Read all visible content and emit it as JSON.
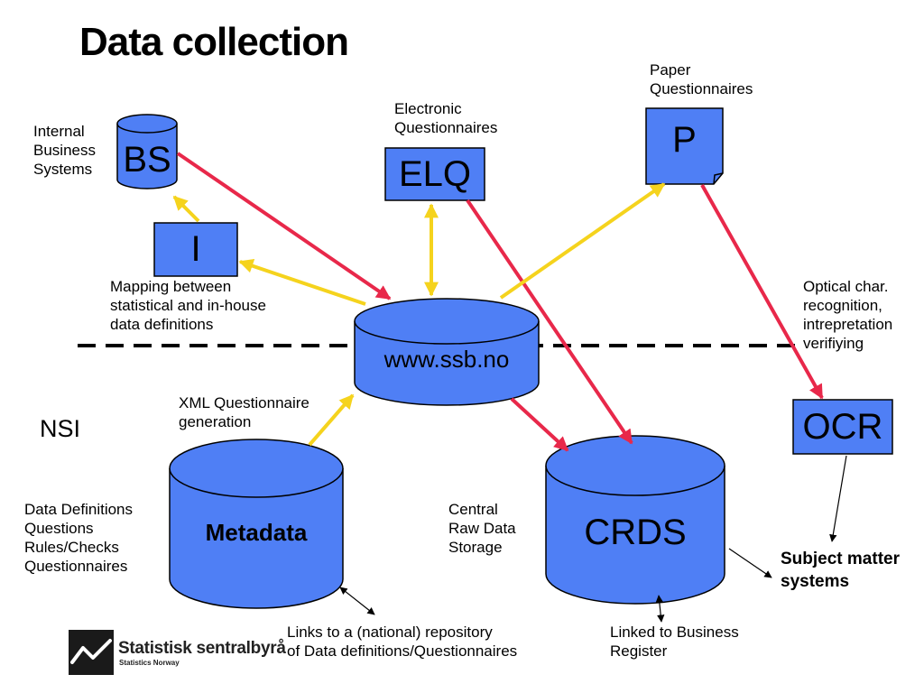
{
  "title": "Data collection",
  "nodes": {
    "bs": "BS",
    "elq": "ELQ",
    "p": "P",
    "i": "I",
    "www": "www.ssb.no",
    "ocr": "OCR",
    "metadata": "Metadata",
    "crds": "CRDS"
  },
  "labels": {
    "internal": [
      "Internal",
      "Business",
      "Systems"
    ],
    "electronic": [
      "Electronic",
      "Questionnaires"
    ],
    "paper": [
      "Paper",
      "Questionnaires"
    ],
    "mapping": [
      "Mapping between",
      "statistical and in-house",
      "data definitions"
    ],
    "optical": [
      "Optical char.",
      "recognition,",
      "intrepretation",
      "verifiying"
    ],
    "xml": [
      "XML Questionnaire",
      "generation"
    ],
    "nsi": "NSI",
    "definitions": [
      "Data Definitions",
      "Questions",
      "Rules/Checks",
      "Questionnaires"
    ],
    "central": [
      "Central",
      "Raw Data",
      "Storage"
    ],
    "subject": [
      "Subject matter",
      "systems"
    ],
    "links": [
      "Links to a (national) repository",
      "of Data definitions/Questionnaires"
    ],
    "linked": [
      "Linked to Business",
      "Register"
    ]
  },
  "logo": {
    "name": "Statistisk sentralbyrå",
    "sub": "Statistics Norway"
  },
  "colors": {
    "node_fill": "#4f7ff5",
    "red_arrow": "#e8284a",
    "yellow_arrow": "#f5d31d",
    "outline": "#000000"
  }
}
